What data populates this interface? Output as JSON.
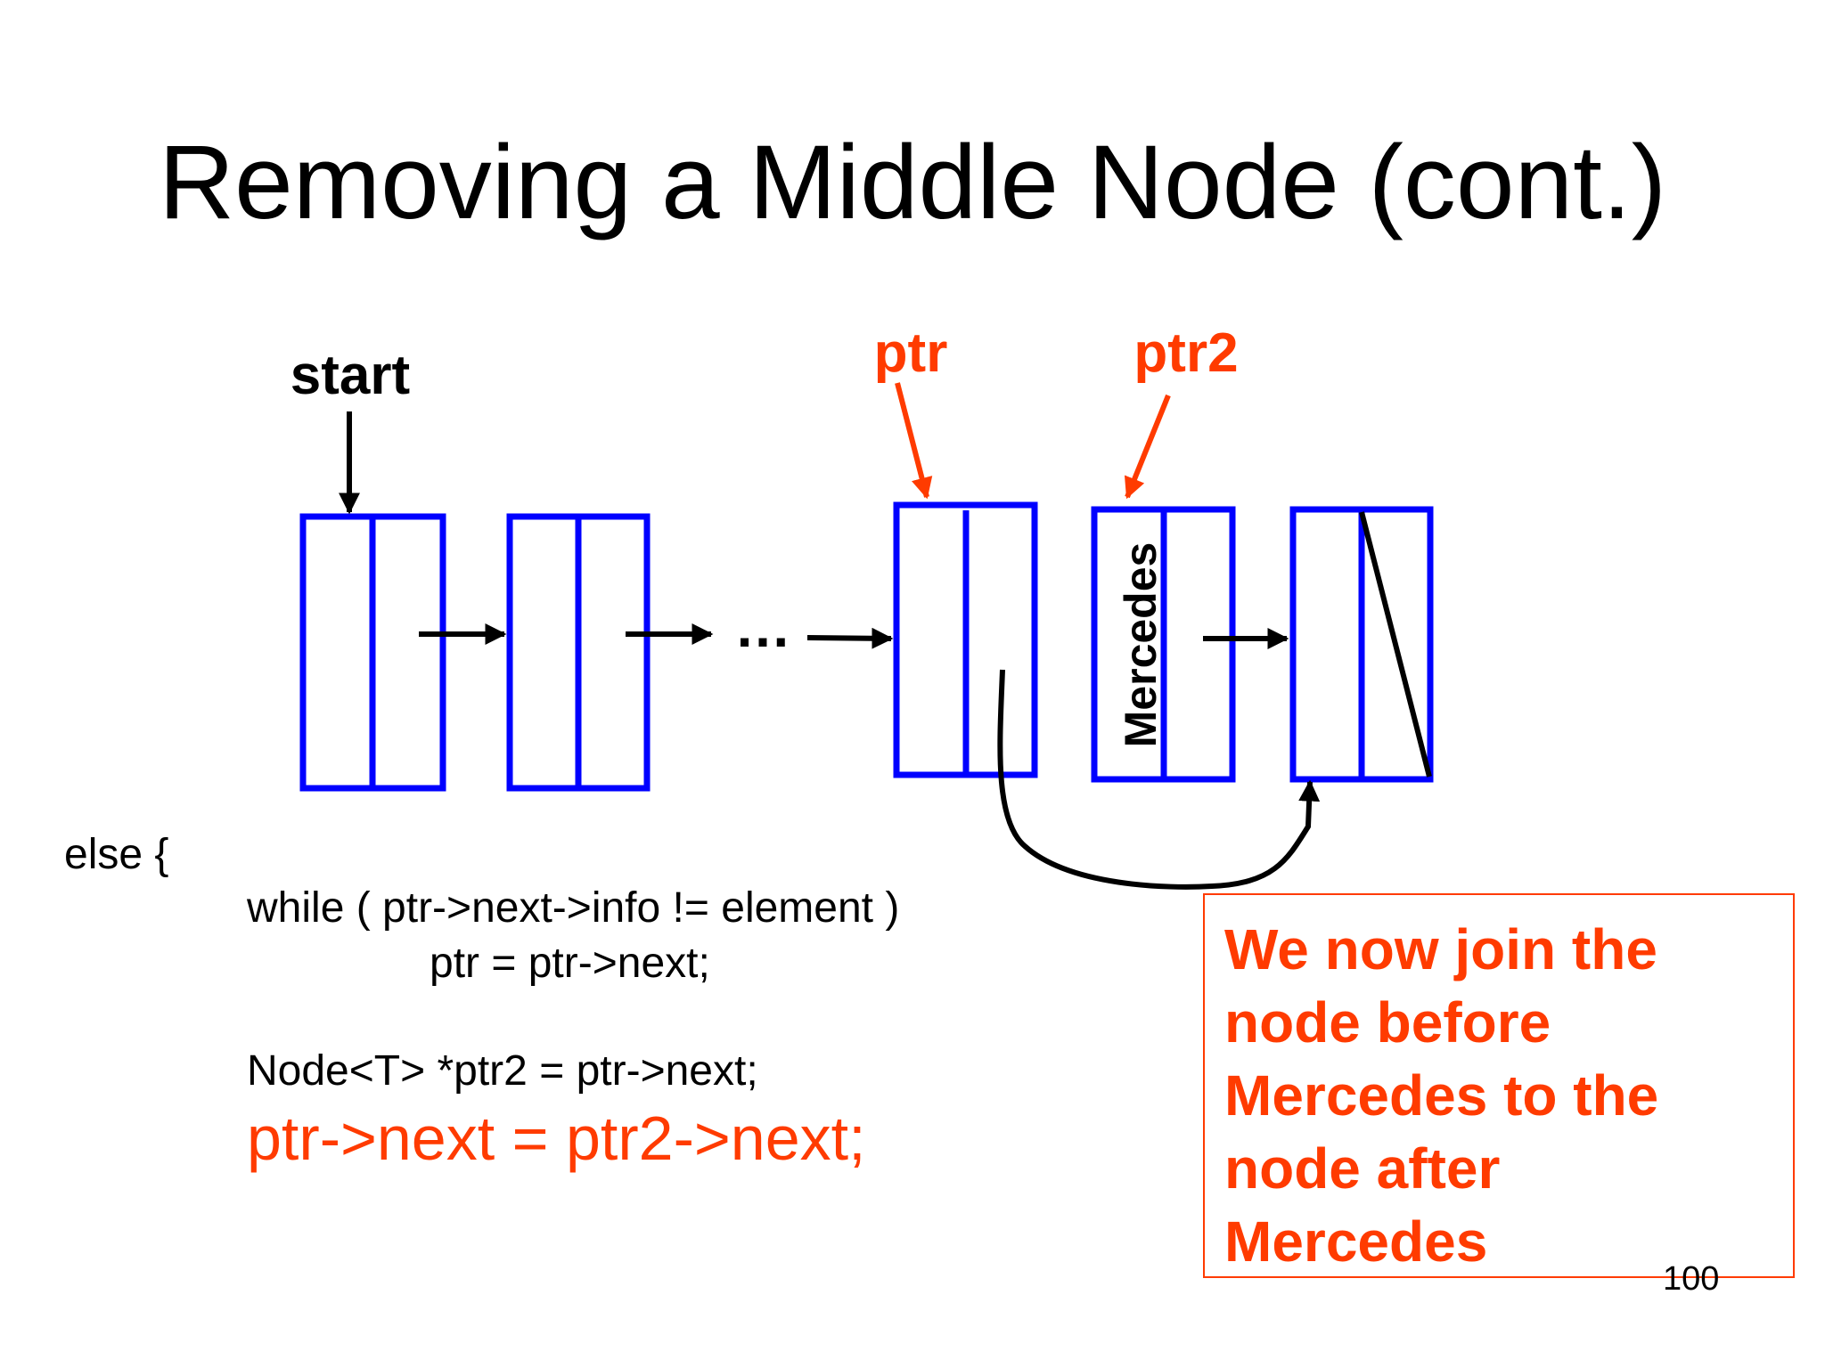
{
  "slide": {
    "title": "Removing a Middle Node (cont.)",
    "page_number": "100"
  },
  "diagram": {
    "labels": {
      "start": "start",
      "ptr": "ptr",
      "ptr2": "ptr2",
      "ellipsis": "…",
      "mercedes": "Mercedes"
    },
    "colors": {
      "node_border": "#0000FF",
      "pointer_label": "#FF3B00",
      "arrow": "#000000"
    }
  },
  "code": {
    "line1": "else {",
    "line2": "while ( ptr->next->info != element )",
    "line3": "ptr = ptr->next;",
    "line4": "Node<T> *ptr2 = ptr->next;",
    "line5": "ptr->next = ptr2->next;",
    "highlight_color": "#FF3B00"
  },
  "callout": {
    "lines": [
      "We now join the",
      "node before",
      "Mercedes to the",
      "node after",
      "Mercedes"
    ],
    "color": "#FF3B00"
  }
}
